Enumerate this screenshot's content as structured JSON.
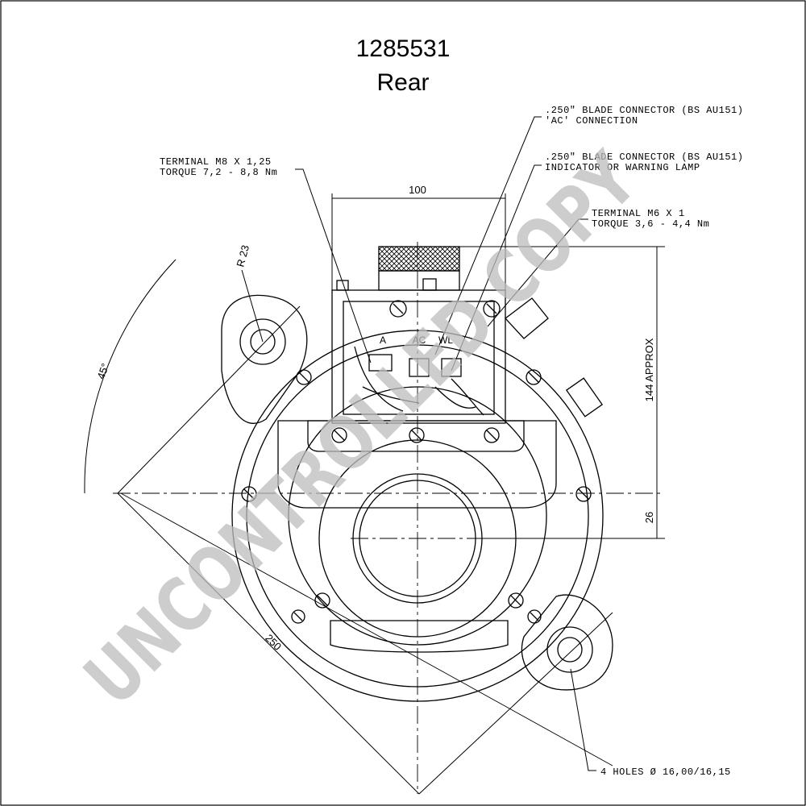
{
  "title": {
    "part_number": "1285531",
    "view": "Rear"
  },
  "annotations": {
    "ac_connector_line1": ".250\" BLADE CONNECTOR (BS AU151)",
    "ac_connector_line2": "'AC' CONNECTION",
    "wl_connector_line1": ".250\" BLADE CONNECTOR (BS AU151)",
    "wl_connector_line2": "INDICATOR OR WARNING LAMP",
    "terminal_m8_line1": "TERMINAL M8 X 1,25",
    "terminal_m8_line2": "TORQUE 7,2 - 8,8 Nm",
    "terminal_m6_line1": "TERMINAL M6 X 1",
    "terminal_m6_line2": "TORQUE 3,6 - 4,4 Nm",
    "holes": "4 HOLES Ø 16,00/16,15"
  },
  "dimensions": {
    "width_100": "100",
    "radius": "R 23",
    "angle": "45°",
    "height_144": "144 APPROX",
    "offset_26": "26",
    "diag_250": "250"
  },
  "terminals": {
    "a": "A",
    "ac": "AC",
    "wl": "WL"
  },
  "watermark": "UNCONTROLLED COPY",
  "colors": {
    "line": "#000000",
    "watermark": "#bdbdbd",
    "background": "#ffffff"
  }
}
